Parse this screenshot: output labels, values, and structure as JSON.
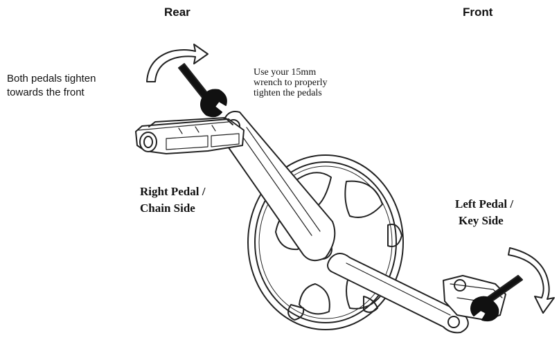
{
  "labels": {
    "rear": "Rear",
    "front": "Front",
    "both_pedals": [
      "Both pedals tighten",
      "towards the front"
    ],
    "wrench_note": [
      "Use your 15mm",
      "wrench to properly",
      "tighten the pedals"
    ],
    "right_pedal": [
      "Right Pedal /",
      "Chain Side"
    ],
    "left_pedal": [
      "Left Pedal /",
      "Key Side"
    ]
  },
  "icons": {
    "rear_arrow": "curved-arrow-icon",
    "front_arrow": "curved-arrow-icon",
    "rear_wrench": "wrench-icon",
    "front_wrench": "wrench-icon"
  }
}
